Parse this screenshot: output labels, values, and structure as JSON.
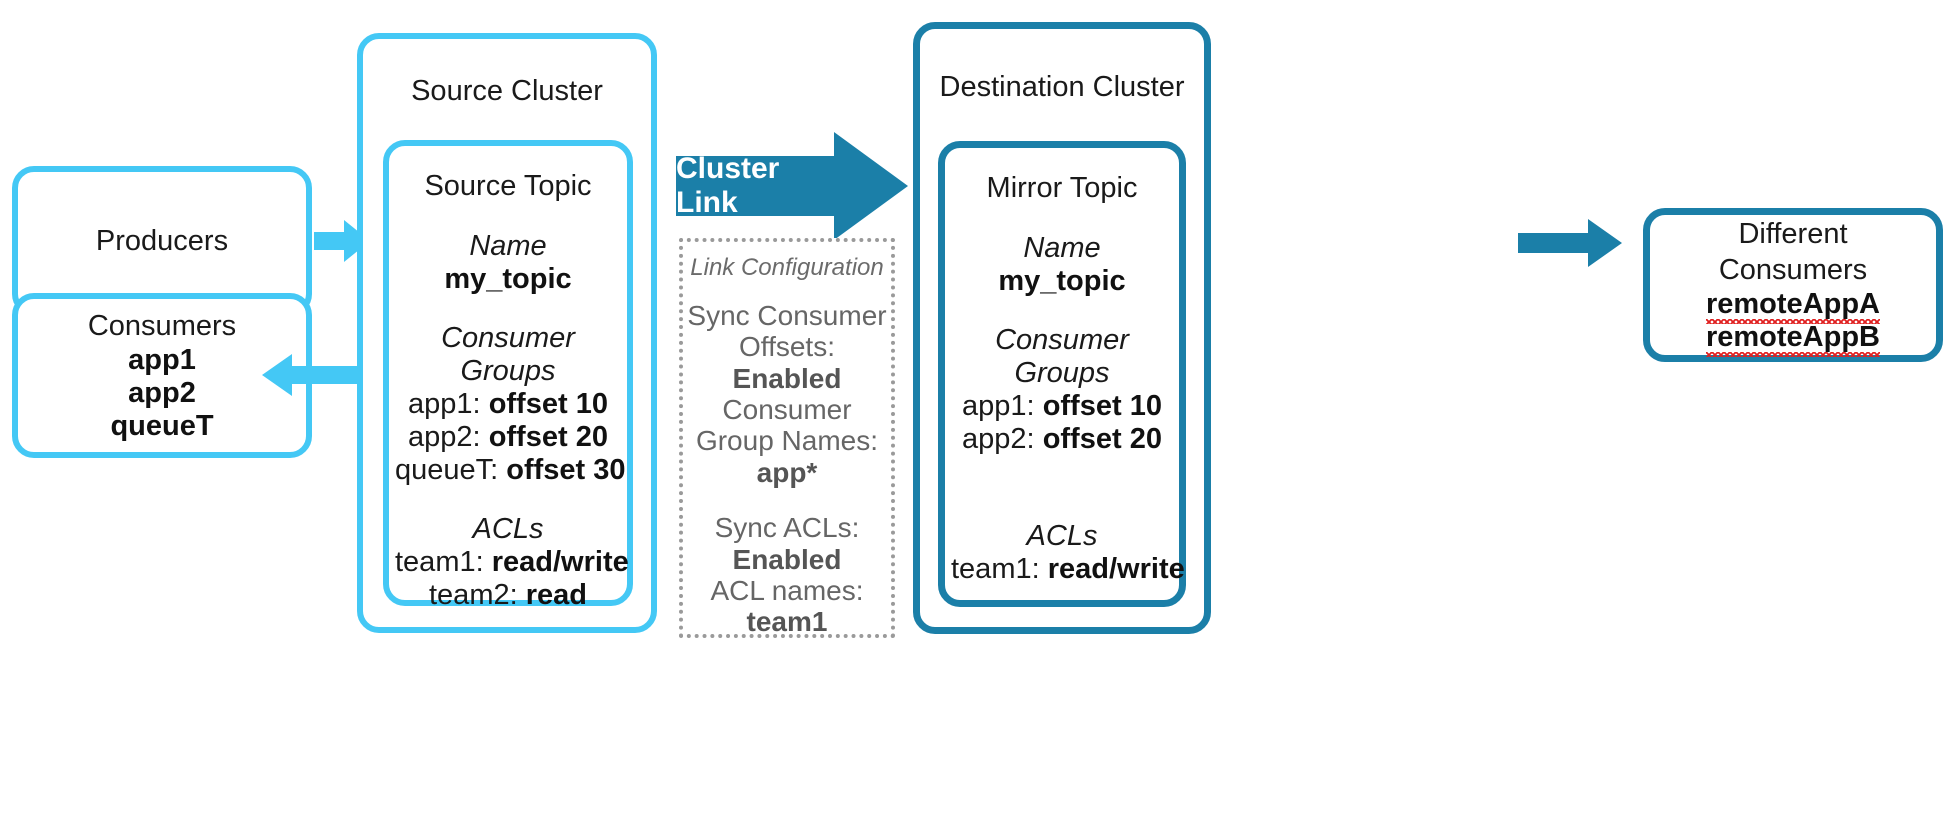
{
  "diagram": {
    "title": "Cluster Linking topic mirroring with consumer offset and ACL sync"
  },
  "colors": {
    "source_accent": "#44C8F5",
    "destination_accent": "#1B7FA8",
    "config_text": "#666666",
    "spellcheck_underline": "#e02020"
  },
  "producers": {
    "label": "Producers"
  },
  "consumers": {
    "label": "Consumers",
    "apps": [
      "app1",
      "app2",
      "queueT"
    ]
  },
  "source_cluster": {
    "label": "Source Cluster",
    "topic": {
      "label": "Source Topic",
      "name_heading": "Name",
      "name_value": "my_topic",
      "groups_heading": "Consumer Groups",
      "groups": [
        {
          "name": "app1:",
          "value": "offset 10"
        },
        {
          "name": "app2:",
          "value": "offset 20"
        },
        {
          "name": "queueT:",
          "value": "offset 30"
        }
      ],
      "acls_heading": "ACLs",
      "acls": [
        {
          "name": "team1:",
          "value": "read/write"
        },
        {
          "name": "team2:",
          "value": "read"
        }
      ]
    }
  },
  "cluster_link": {
    "label": "Cluster Link"
  },
  "link_configuration": {
    "title": "Link Configuration",
    "entries": [
      {
        "label": "Sync Consumer Offsets:",
        "value": "Enabled"
      },
      {
        "label": "Consumer Group Names:",
        "value": "app*"
      },
      {
        "label": "Sync ACLs:",
        "value": "Enabled"
      },
      {
        "label": "ACL names:",
        "value": "team1"
      }
    ]
  },
  "destination_cluster": {
    "label": "Destination Cluster",
    "topic": {
      "label": "Mirror Topic",
      "name_heading": "Name",
      "name_value": "my_topic",
      "groups_heading": "Consumer Groups",
      "groups": [
        {
          "name": "app1:",
          "value": "offset 10"
        },
        {
          "name": "app2:",
          "value": "offset 20"
        }
      ],
      "acls_heading": "ACLs",
      "acls": [
        {
          "name": "team1:",
          "value": "read/write"
        }
      ]
    }
  },
  "different_consumers": {
    "line1": "Different",
    "line2": "Consumers",
    "apps": [
      "remoteAppA",
      "remoteAppB"
    ]
  },
  "arrows": {
    "producer_to_source": "arrow-right-icon",
    "source_to_consumer": "arrow-left-icon",
    "cluster_link": "block-arrow-right-icon",
    "dest_to_consumers": "arrow-right-icon"
  }
}
